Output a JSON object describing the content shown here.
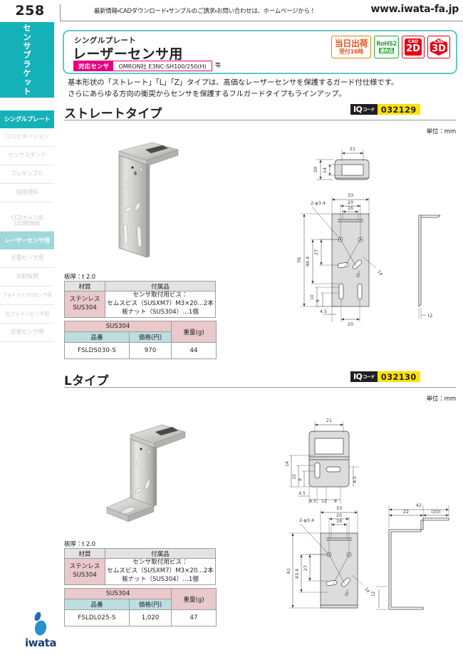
{
  "header": {
    "page_number": "258",
    "promo_text": "最新情報・CADダウンロード・サンプルのご請求・お問い合わせは、ホームページから！",
    "url": "www.iwata-fa.jp"
  },
  "sidebar": {
    "tab_label": "センサブラケット",
    "items": [
      {
        "label": "シングルプレート",
        "state": "active-dark"
      },
      {
        "label": "コンビネーション",
        "state": "normal"
      },
      {
        "label": "センサスタンド",
        "state": "normal"
      },
      {
        "label": "フレキシブル",
        "state": "normal"
      },
      {
        "label": "技術資料",
        "state": "normal"
      },
      {
        "label": "CCDカメラ用\nLED照明用",
        "state": "normal-two"
      },
      {
        "label": "レーザーセンサ用",
        "state": "active-light"
      },
      {
        "label": "光電センサ用",
        "state": "normal"
      },
      {
        "label": "反射板用",
        "state": "normal"
      },
      {
        "label": "フォトマイクロセンサ用",
        "state": "normal"
      },
      {
        "label": "光ファイバセンサ用",
        "state": "normal"
      },
      {
        "label": "近接センサ用",
        "state": "normal"
      }
    ]
  },
  "product": {
    "subtitle": "シングルプレート",
    "title": "レーザーセンサ用",
    "sensor_chip_label": "対応センサ",
    "sensor_chip_value": "OMRON社 E3NC-SH100/250(H)",
    "sensor_chip_suffix": "等",
    "description_line1": "基本形状の「ストレート」「L」「Z」タイプは、高価なレーザーセンサを保護するガード付仕様です。",
    "description_line2": "さらにあらゆる方向の衝突からセンサを保護するフルガードタイプもラインアップ。"
  },
  "badges": [
    {
      "name": "same-day-shipping",
      "line1": "当日出荷",
      "line2": "受付16時",
      "color": "#f08300"
    },
    {
      "name": "rohs2",
      "line1": "RoHS2",
      "line2": "適合品",
      "color": "#22ac38"
    },
    {
      "name": "cad-2d",
      "line1": "CAD",
      "line2": "2D",
      "color": "#e60012"
    },
    {
      "name": "cad-3d",
      "line1": "CAD",
      "line2": "3D",
      "color": "#e60012"
    }
  ],
  "sections": [
    {
      "title": "ストレートタイプ",
      "iq_label_big": "IQ",
      "iq_label_small": "コード",
      "iq_code": "032129",
      "unit_note": "単位：mm",
      "thickness_note": "板厚：t 2.0",
      "material_header": "材質",
      "accessory_header": "付属品",
      "material_value": "ステンレス\nSUS304",
      "accessory_lines": [
        "センサ取付用ビス：",
        "セムスビス（SUSXM7）M3×20…2本",
        "板ナット（SUS304）…1個"
      ],
      "price_table": {
        "group_header": "SUS304",
        "weight_header": "重量(g)",
        "col_partno": "品番",
        "col_price": "価格(円)",
        "rows": [
          {
            "partno": "FSLDS030-S",
            "price": "970",
            "weight": "44"
          }
        ]
      },
      "drawing_dims": {
        "top_view": [
          "21",
          "20",
          "14"
        ],
        "front_view": [
          "33",
          "20",
          "16",
          "2-φ3.4",
          "76",
          "48.4",
          "27",
          "10",
          "8",
          "4.5",
          "20",
          "14",
          "10°"
        ],
        "side_view": [
          "t2"
        ]
      }
    },
    {
      "title": "Lタイプ",
      "iq_label_big": "IQ",
      "iq_label_small": "コード",
      "iq_code": "032130",
      "unit_note": "単位：mm",
      "thickness_note": "板厚：t 2.0",
      "material_header": "材質",
      "accessory_header": "付属品",
      "material_value": "ステンレス\nSUS304",
      "accessory_lines": [
        "センサ取付用ビス：",
        "セムスビス（SUSXM7）M3×20…2本",
        "板ナット（SUS304）…1個"
      ],
      "price_table": {
        "group_header": "SUS304",
        "weight_header": "重量(g)",
        "col_partno": "品番",
        "col_price": "価格(円)",
        "rows": [
          {
            "partno": "FSLDL025-S",
            "price": "1,020",
            "weight": "47"
          }
        ]
      },
      "drawing_dims": {
        "top_view": [
          "21",
          "14",
          "10",
          "8",
          "4.5",
          "6.5",
          "12",
          "8",
          "4.5"
        ],
        "front_view": [
          "33",
          "20",
          "16",
          "2-φ3.4",
          "61",
          "43.4",
          "27",
          "14",
          "10°"
        ],
        "side_view": [
          "42",
          "22",
          "(20)",
          "t2"
        ]
      }
    }
  ],
  "footer": {
    "logo_text": "iwata"
  }
}
